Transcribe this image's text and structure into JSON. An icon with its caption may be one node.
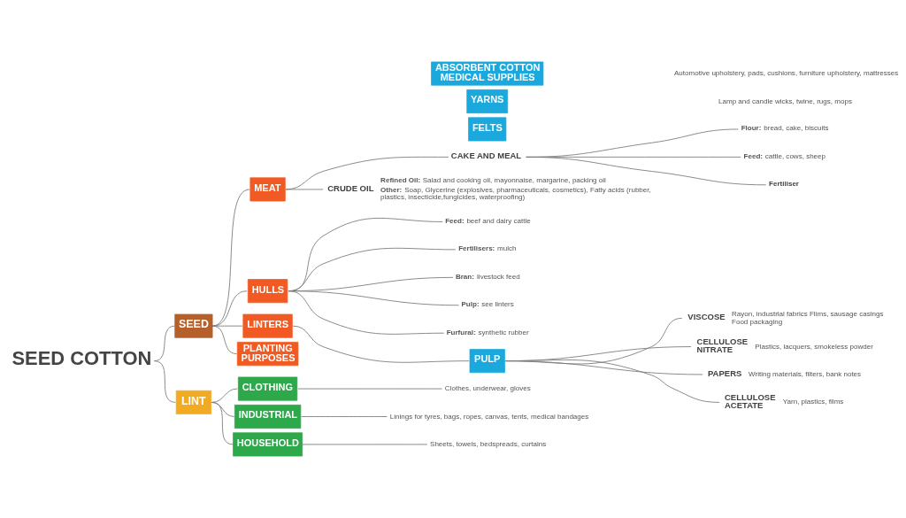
{
  "diagram": {
    "nodes": [
      {
        "text": [
          "SEED COTTON"
        ]
      },
      {
        "text": [
          "SEED"
        ]
      },
      {
        "text": [
          "MEAT"
        ]
      },
      {
        "text": [
          "CAKE AND MEAL"
        ]
      },
      {
        "text": [
          "**Flour:** bread, cake, biscuits"
        ]
      },
      {
        "text": [
          "**Feed:** cattle, cows, sheep"
        ]
      },
      {
        "text": [
          "Fertiliser"
        ]
      },
      {
        "text": [
          "CRUDE OIL"
        ],
        "beside": [
          "**Refined Oil:** Salad and cooking oil, mayonnaise, margarine, packing oil",
          "**Other:** Soap, Glycerine (explosives, pharmaceuticals, cosmetics), Fatty acids (rubber, plastics, insecticide,fungicides, waterproofing)"
        ]
      },
      {
        "text": [
          "HULLS"
        ]
      },
      {
        "text": [
          "**Feed:** beef and dairy cattle"
        ]
      },
      {
        "text": [
          "**Fertilisers:** mulch"
        ]
      },
      {
        "text": [
          "**Bran:** livestock feed"
        ]
      },
      {
        "text": [
          "**Pulp:** see linters"
        ]
      },
      {
        "text": [
          "**Furfural:** synthetic rubber"
        ]
      },
      {
        "text": [
          "LINTERS"
        ]
      },
      {
        "text": [
          "PULP"
        ]
      },
      {
        "text": [
          "VISCOSE"
        ],
        "beside": [
          "Rayon, industrial fabrics Flims, sausage casings Food packaging"
        ]
      },
      {
        "text": [
          "CELLULOSE NITRATE"
        ],
        "beside": [
          "Plastics, lacquers, smokeless powder"
        ]
      },
      {
        "text": [
          "PAPERS"
        ],
        "beside": [
          "Writing materials, filters, bank notes"
        ]
      },
      {
        "text": [
          "CELLULOSE ACETATE"
        ],
        "beside": [
          "Yarn, plastics, films"
        ]
      },
      {
        "text": [
          "ABSORBENT COTTON MEDICAL SUPPLIES"
        ]
      },
      {
        "text": [
          "YARNS"
        ]
      },
      {
        "text": [
          "FELTS"
        ]
      },
      {
        "text": [
          "PLANTING PURPOSES"
        ]
      },
      {
        "text": [
          "LINT"
        ]
      },
      {
        "text": [
          "CLOTHING"
        ]
      },
      {
        "text": [
          "Clothes, underwear, gloves"
        ]
      },
      {
        "text": [
          "INDUSTRIAL"
        ]
      },
      {
        "text": [
          "Linings for tyres, bags, ropes, canvas, tents, medical bandages"
        ]
      },
      {
        "text": [
          "HOUSEHOLD"
        ]
      },
      {
        "text": [
          "Sheets, towels, bedspreads, curtains"
        ]
      }
    ],
    "edges": [
      {
        "from": 0,
        "to": 1,
        "arrow": "none"
      },
      {
        "from": 0,
        "to": 24,
        "arrow": "none"
      },
      {
        "from": 1,
        "to": 2,
        "arrow": "none"
      },
      {
        "from": 1,
        "to": 8,
        "arrow": "none"
      },
      {
        "from": 1,
        "to": 14,
        "arrow": "none"
      },
      {
        "from": 1,
        "to": 23,
        "arrow": "none"
      },
      {
        "from": 2,
        "to": 3,
        "arrow": "none"
      },
      {
        "from": 2,
        "to": 7,
        "arrow": "none"
      },
      {
        "from": 3,
        "to": 4,
        "arrow": "none"
      },
      {
        "from": 3,
        "to": 5,
        "arrow": "none"
      },
      {
        "from": 3,
        "to": 6,
        "arrow": "none"
      },
      {
        "from": 8,
        "to": 9,
        "arrow": "none"
      },
      {
        "from": 8,
        "to": 10,
        "arrow": "none"
      },
      {
        "from": 8,
        "to": 11,
        "arrow": "none"
      },
      {
        "from": 8,
        "to": 12,
        "arrow": "none"
      },
      {
        "from": 8,
        "to": 13,
        "arrow": "none"
      },
      {
        "from": 14,
        "to": 15,
        "arrow": "none"
      },
      {
        "from": 15,
        "to": 16,
        "arrow": "none"
      },
      {
        "from": 15,
        "to": 17,
        "arrow": "none"
      },
      {
        "from": 15,
        "to": 18,
        "arrow": "none"
      },
      {
        "from": 15,
        "to": 19,
        "arrow": "none"
      },
      {
        "from": 24,
        "to": 25,
        "arrow": "none"
      },
      {
        "from": 24,
        "to": 27,
        "arrow": "none"
      },
      {
        "from": 24,
        "to": 29,
        "arrow": "none"
      },
      {
        "from": 25,
        "to": 26,
        "arrow": "none"
      },
      {
        "from": 27,
        "to": 28,
        "arrow": "none"
      },
      {
        "from": 29,
        "to": 30,
        "arrow": "none"
      }
    ],
    "labels": [
      "Lamp and candle wicks, twine, rugs, mops",
      "Automotive upholstery, pads, cushions, furniture upholstery, mattresses"
    ]
  }
}
